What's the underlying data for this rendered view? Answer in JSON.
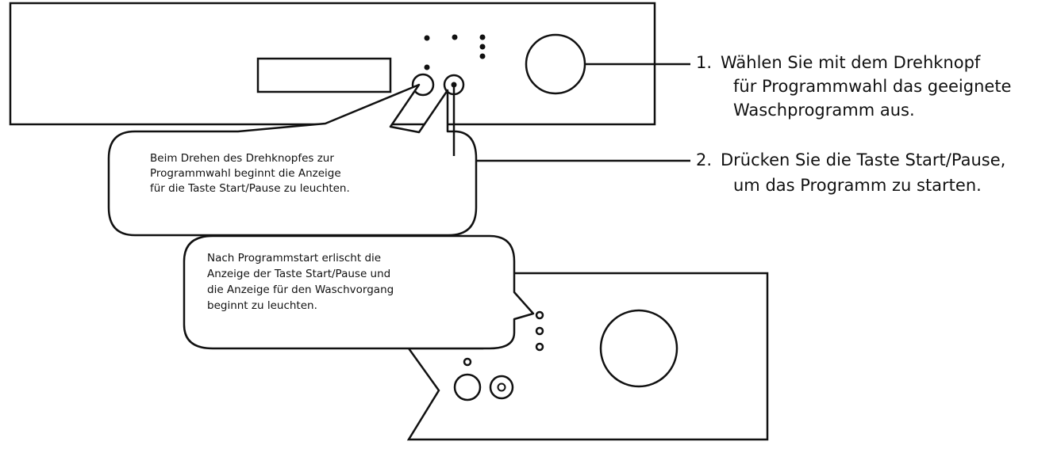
{
  "steps": [
    {
      "number": "1.",
      "lines": [
        "Wählen Sie mit dem Drehknopf",
        "für Programmwahl das geeignete",
        "Waschprogramm aus."
      ]
    },
    {
      "number": "2.",
      "lines": [
        "Drücken Sie die Taste Start/Pause,",
        "um das Programm zu starten."
      ]
    }
  ],
  "callouts": {
    "top": {
      "lines": [
        "Beim Drehen des Drehknopfes zur",
        "Programmwahl beginnt die Anzeige",
        "für die Taste Start/Pause zu leuchten."
      ]
    },
    "bottom": {
      "lines": [
        "Nach Programmstart erlischt die",
        "Anzeige der Taste Start/Pause und",
        "die Anzeige für den Waschvorgang",
        "beginnt zu leuchten."
      ]
    }
  }
}
